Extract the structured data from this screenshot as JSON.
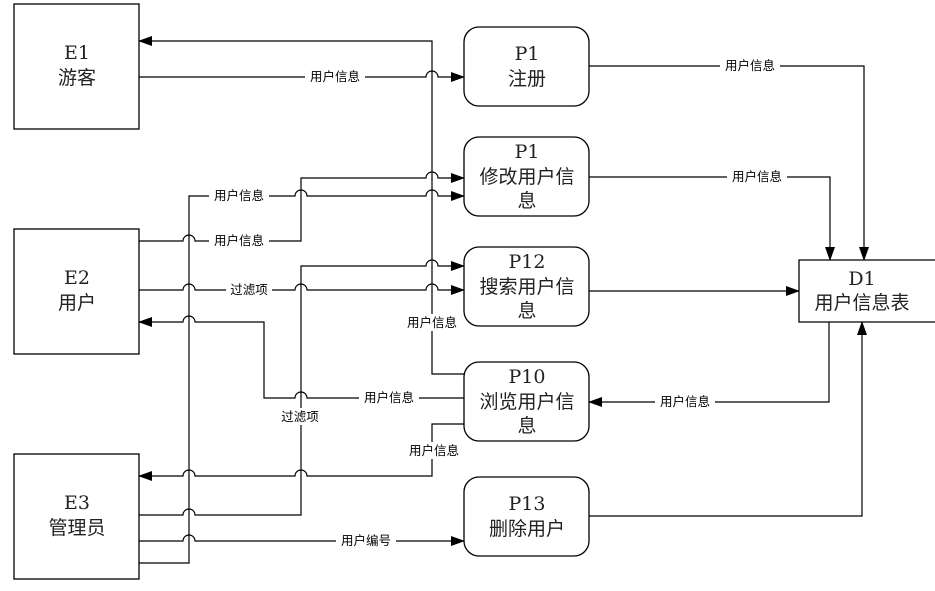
{
  "diagram": {
    "type": "data-flow-diagram",
    "entities": [
      {
        "id": "E1",
        "name": "游客"
      },
      {
        "id": "E2",
        "name": "用户"
      },
      {
        "id": "E3",
        "name": "管理员"
      }
    ],
    "processes": [
      {
        "id": "P1",
        "lines": [
          "P1",
          "注册"
        ]
      },
      {
        "id": "P1b",
        "lines": [
          "P1",
          "修改用户信",
          "息"
        ]
      },
      {
        "id": "P12",
        "lines": [
          "P12",
          "搜索用户信",
          "息"
        ]
      },
      {
        "id": "P10",
        "lines": [
          "P10",
          "浏览用户信",
          "息"
        ]
      },
      {
        "id": "P13",
        "lines": [
          "P13",
          "删除用户"
        ]
      }
    ],
    "datastore": {
      "id": "D1",
      "name": "用户信息表"
    },
    "flow_labels": {
      "e1_to_p1": "用户信息",
      "p1_to_d1": "用户信息",
      "e3_to_p1b": "用户信息",
      "e2_to_p1b": "用户信息",
      "p1b_to_d1": "用户信息",
      "e2_to_p12": "过滤项",
      "p12_to_e1": "用户信息",
      "p10_to_e2": "用户信息",
      "e3_to_p12": "过滤项",
      "p10_to_e3": "用户信息",
      "d1_to_p10": "用户信息",
      "e3_to_p13": "用户编号"
    }
  }
}
